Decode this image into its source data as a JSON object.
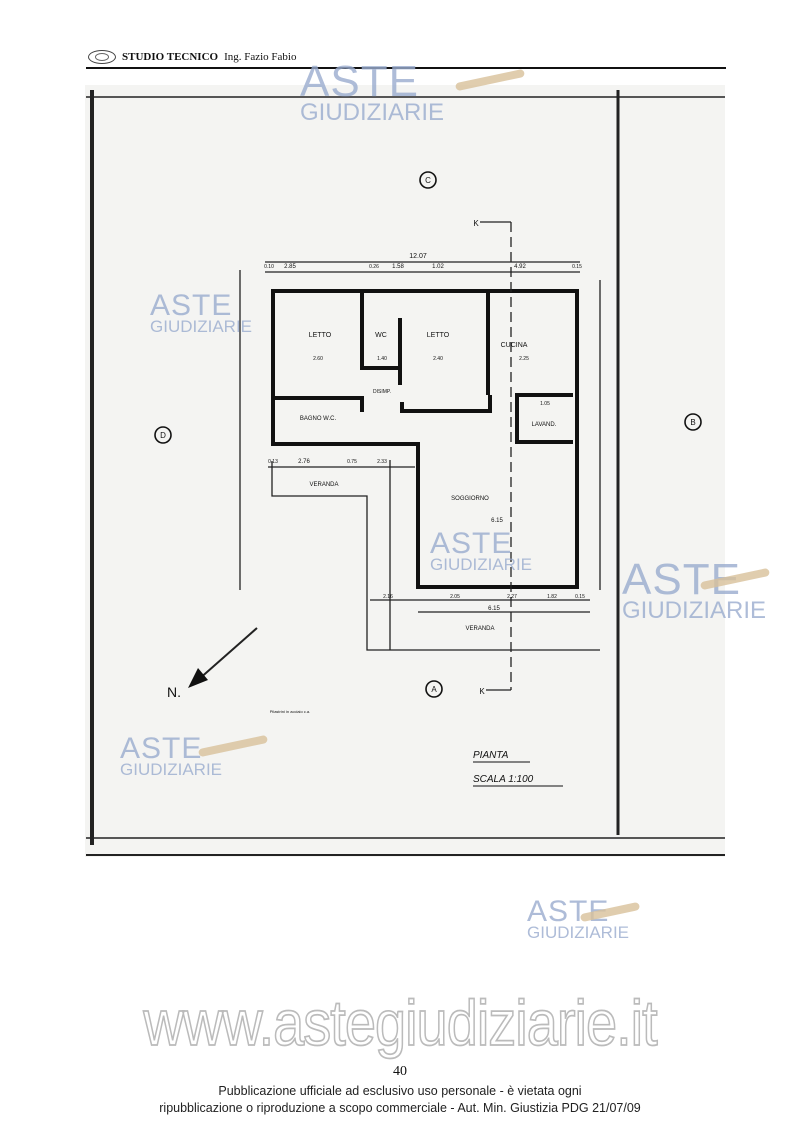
{
  "header": {
    "studio": "STUDIO TECNICO",
    "engineer": "Ing. Fazio Fabio"
  },
  "plan": {
    "title": "PIANTA",
    "scale": "SCALA 1:100",
    "north": "N.",
    "markers": [
      "C",
      "D",
      "B",
      "A"
    ],
    "section_mark": "K",
    "rooms": [
      "LETTO",
      "WC",
      "LETTO",
      "CUCINA",
      "DISIMP.",
      "BAGNO W.C.",
      "LAVAND.",
      "VERANDA",
      "SOGGIORNO",
      "VERANDA"
    ],
    "dimensions": {
      "overall": "12.07",
      "top": [
        "0.10",
        "2.85",
        "0.26",
        "1.58",
        "1.02",
        "4.92",
        "0.15"
      ],
      "room_widths": [
        "2.60",
        "1.40",
        "2.40",
        "2.25"
      ],
      "lavand": "1.05",
      "veranda": [
        "0.13",
        "2.76",
        "0.75",
        "2.33"
      ],
      "soggiorno_width": "6.15",
      "bottom": [
        "2.16",
        "2.05",
        "2.27",
        "1.82",
        "0.15"
      ],
      "bottom_total": "6.15"
    },
    "note": "Pilastrini in acciaio c.a."
  },
  "watermark": {
    "line1": "ASTE",
    "line2": "GIUDIZIARIE",
    "site": "www.astegiudiziarie.it"
  },
  "footer": {
    "page": "40",
    "line1": "Pubblicazione ufficiale ad esclusivo uso personale - è vietata ogni",
    "line2": "ripubblicazione o riproduzione a scopo commerciale - Aut. Min. Giustizia PDG 21/07/09"
  }
}
